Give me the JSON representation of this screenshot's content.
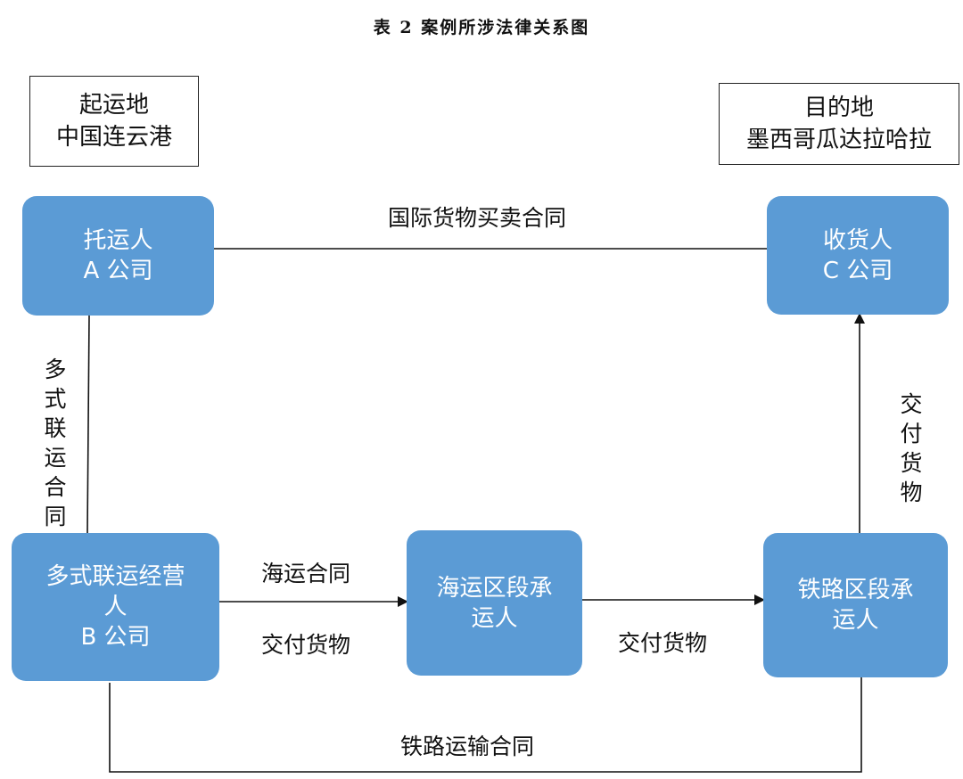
{
  "caption": "表 2 案例所涉法律关系图",
  "origin": {
    "title": "起运地",
    "place": "中国连云港"
  },
  "destination": {
    "title": "目的地",
    "place": "墨西哥瓜达拉哈拉"
  },
  "nodes": {
    "shipper": {
      "line1": "托运人",
      "line2": "A 公司"
    },
    "consignee": {
      "line1": "收货人",
      "line2": "C 公司"
    },
    "mto": {
      "line1": "多式联运经营",
      "line2": "人",
      "line3": "B 公司"
    },
    "sea_carrier": {
      "line1": "海运区段承",
      "line2": "运人"
    },
    "rail_carrier": {
      "line1": "铁路区段承",
      "line2": "运人"
    }
  },
  "relations": {
    "sale_contract": "国际货物买卖合同",
    "multimodal_contract": "多式联运合同",
    "sea_contract": "海运合同",
    "deliver_goods_mto_sea": "交付货物",
    "deliver_goods_sea_rail": "交付货物",
    "deliver_goods_rail_consignee": "交付货物",
    "rail_contract": "铁路运输合同"
  },
  "colors": {
    "node_fill": "#5b9bd5",
    "node_text": "#ffffff",
    "line": "#111111"
  }
}
